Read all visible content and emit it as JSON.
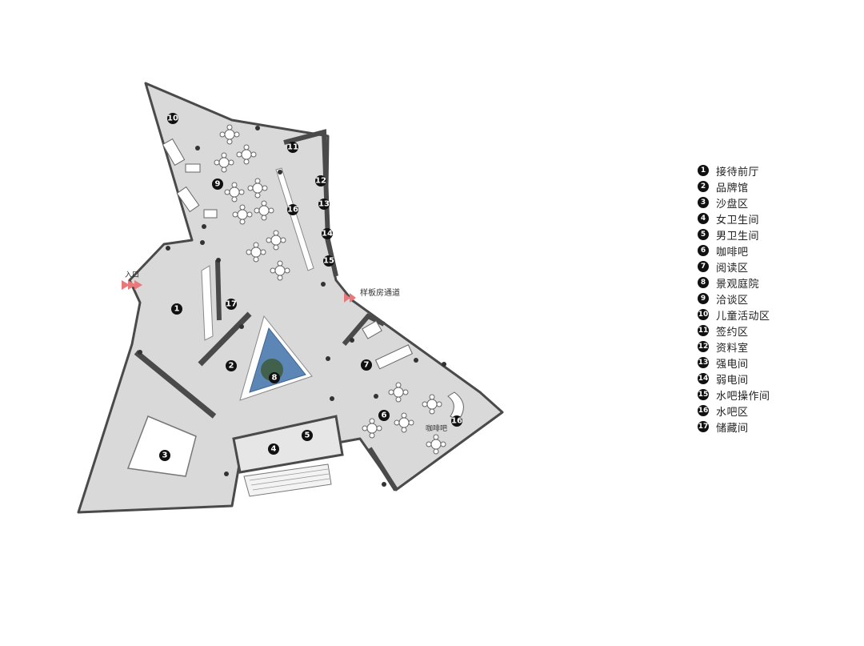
{
  "plan": {
    "entrance_label": "入口",
    "passage_label": "样板房通道",
    "cafe_area_label": "咖啡吧"
  },
  "legend": [
    {
      "num": "1",
      "label": "接待前厅"
    },
    {
      "num": "2",
      "label": "品牌馆"
    },
    {
      "num": "3",
      "label": "沙盘区"
    },
    {
      "num": "4",
      "label": "女卫生间"
    },
    {
      "num": "5",
      "label": "男卫生间"
    },
    {
      "num": "6",
      "label": "咖啡吧"
    },
    {
      "num": "7",
      "label": "阅读区"
    },
    {
      "num": "8",
      "label": "景观庭院"
    },
    {
      "num": "9",
      "label": "洽谈区"
    },
    {
      "num": "10",
      "label": "儿童活动区"
    },
    {
      "num": "11",
      "label": "签约区"
    },
    {
      "num": "12",
      "label": "资料室"
    },
    {
      "num": "13",
      "label": "强电间"
    },
    {
      "num": "14",
      "label": "弱电间"
    },
    {
      "num": "15",
      "label": "水吧操作间"
    },
    {
      "num": "16",
      "label": "水吧区"
    },
    {
      "num": "17",
      "label": "储藏间"
    }
  ],
  "colors": {
    "floor": "#d9d9d9",
    "wall": "#4a4a4a",
    "water": "#5b86b5",
    "entrance_arrow": "#e8787a"
  }
}
